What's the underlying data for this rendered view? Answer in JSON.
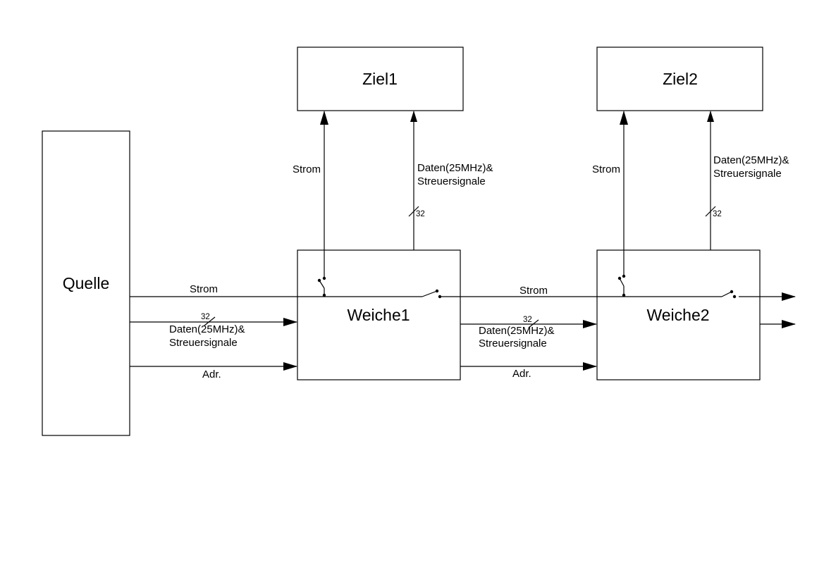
{
  "diagram": {
    "blocks": {
      "source": "Quelle",
      "switch1": "Weiche1",
      "switch2": "Weiche2",
      "target1": "Ziel1",
      "target2": "Ziel2"
    },
    "signals": {
      "power": "Strom",
      "data_line1": "Daten(25MHz)&",
      "data_line2": "Streuersignale",
      "address": "Adr.",
      "bus_width": "32"
    }
  }
}
